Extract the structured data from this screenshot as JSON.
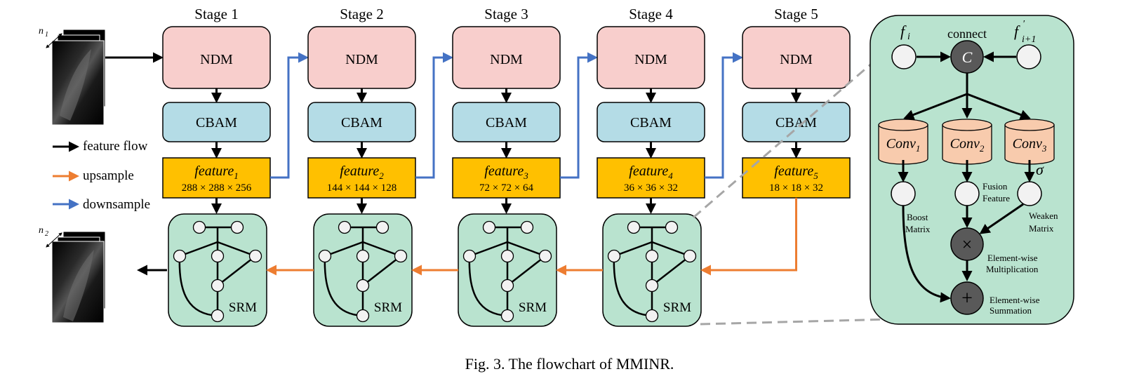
{
  "stages": [
    {
      "title": "Stage 1",
      "ndm": "NDM",
      "cbam": "CBAM",
      "feature_name": "feature",
      "feature_sub": "1",
      "feature_dims": "288 × 288 × 256",
      "srm": "SRM"
    },
    {
      "title": "Stage 2",
      "ndm": "NDM",
      "cbam": "CBAM",
      "feature_name": "feature",
      "feature_sub": "2",
      "feature_dims": "144 × 144 × 128",
      "srm": "SRM"
    },
    {
      "title": "Stage 3",
      "ndm": "NDM",
      "cbam": "CBAM",
      "feature_name": "feature",
      "feature_sub": "3",
      "feature_dims": "72 × 72 × 64",
      "srm": "SRM"
    },
    {
      "title": "Stage 4",
      "ndm": "NDM",
      "cbam": "CBAM",
      "feature_name": "feature",
      "feature_sub": "4",
      "feature_dims": "36 × 36 × 32",
      "srm": "SRM"
    },
    {
      "title": "Stage 5",
      "ndm": "NDM",
      "cbam": "CBAM",
      "feature_name": "feature",
      "feature_sub": "5",
      "feature_dims": "18 × 18 × 32",
      "srm": ""
    }
  ],
  "inputs": {
    "n1_label": "n",
    "n1_sub": "1",
    "n2_label": "n",
    "n2_sub": "2"
  },
  "legend": [
    {
      "label": "feature flow",
      "color": "#000000"
    },
    {
      "label": "upsample",
      "color": "#ED7D31"
    },
    {
      "label": "downsample",
      "color": "#4472C4"
    }
  ],
  "detail": {
    "connect_label": "connect",
    "c_symbol": "C",
    "fi_label": "f",
    "fi_sub": "i",
    "fi1_label": "f",
    "fi1_sup": "′",
    "fi1_sub": "i+1",
    "conv_name": "Conv",
    "conv_subs": [
      "1",
      "2",
      "3"
    ],
    "sigma": "σ",
    "fusion_feature": [
      "Fusion",
      "Feature"
    ],
    "boost_matrix": [
      "Boost",
      "Matrix"
    ],
    "weaken_matrix": [
      "Weaken",
      "Matrix"
    ],
    "times_symbol": "×",
    "plus_symbol": "+",
    "mult_label": [
      "Element-wise",
      "Multiplication"
    ],
    "sum_label": [
      "Element-wise",
      "Summation"
    ]
  },
  "colors": {
    "ndm": "#F8CECC",
    "cbam": "#B4DCE6",
    "feature": "#FFC000",
    "srm": "#B9E3CF",
    "detail_bg": "#B9E3CF",
    "conv": "#F8CBAD",
    "down": "#4472C4",
    "up": "#ED7D31",
    "dark_node": "#595959"
  },
  "caption": "Fig. 3.  The flowchart of MMINR."
}
